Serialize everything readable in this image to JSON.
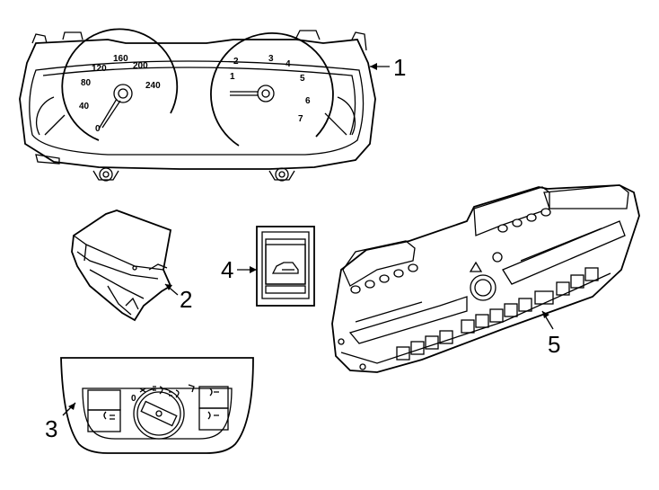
{
  "callouts": [
    "1",
    "2",
    "3",
    "4",
    "5"
  ],
  "speedometer": {
    "scale": [
      "0",
      "40",
      "80",
      "120",
      "160",
      "200",
      "240"
    ]
  },
  "tachometer": {
    "scale": [
      "1",
      "2",
      "3",
      "4",
      "5",
      "6",
      "7"
    ]
  },
  "light_switch": {
    "zero_label": "0"
  }
}
